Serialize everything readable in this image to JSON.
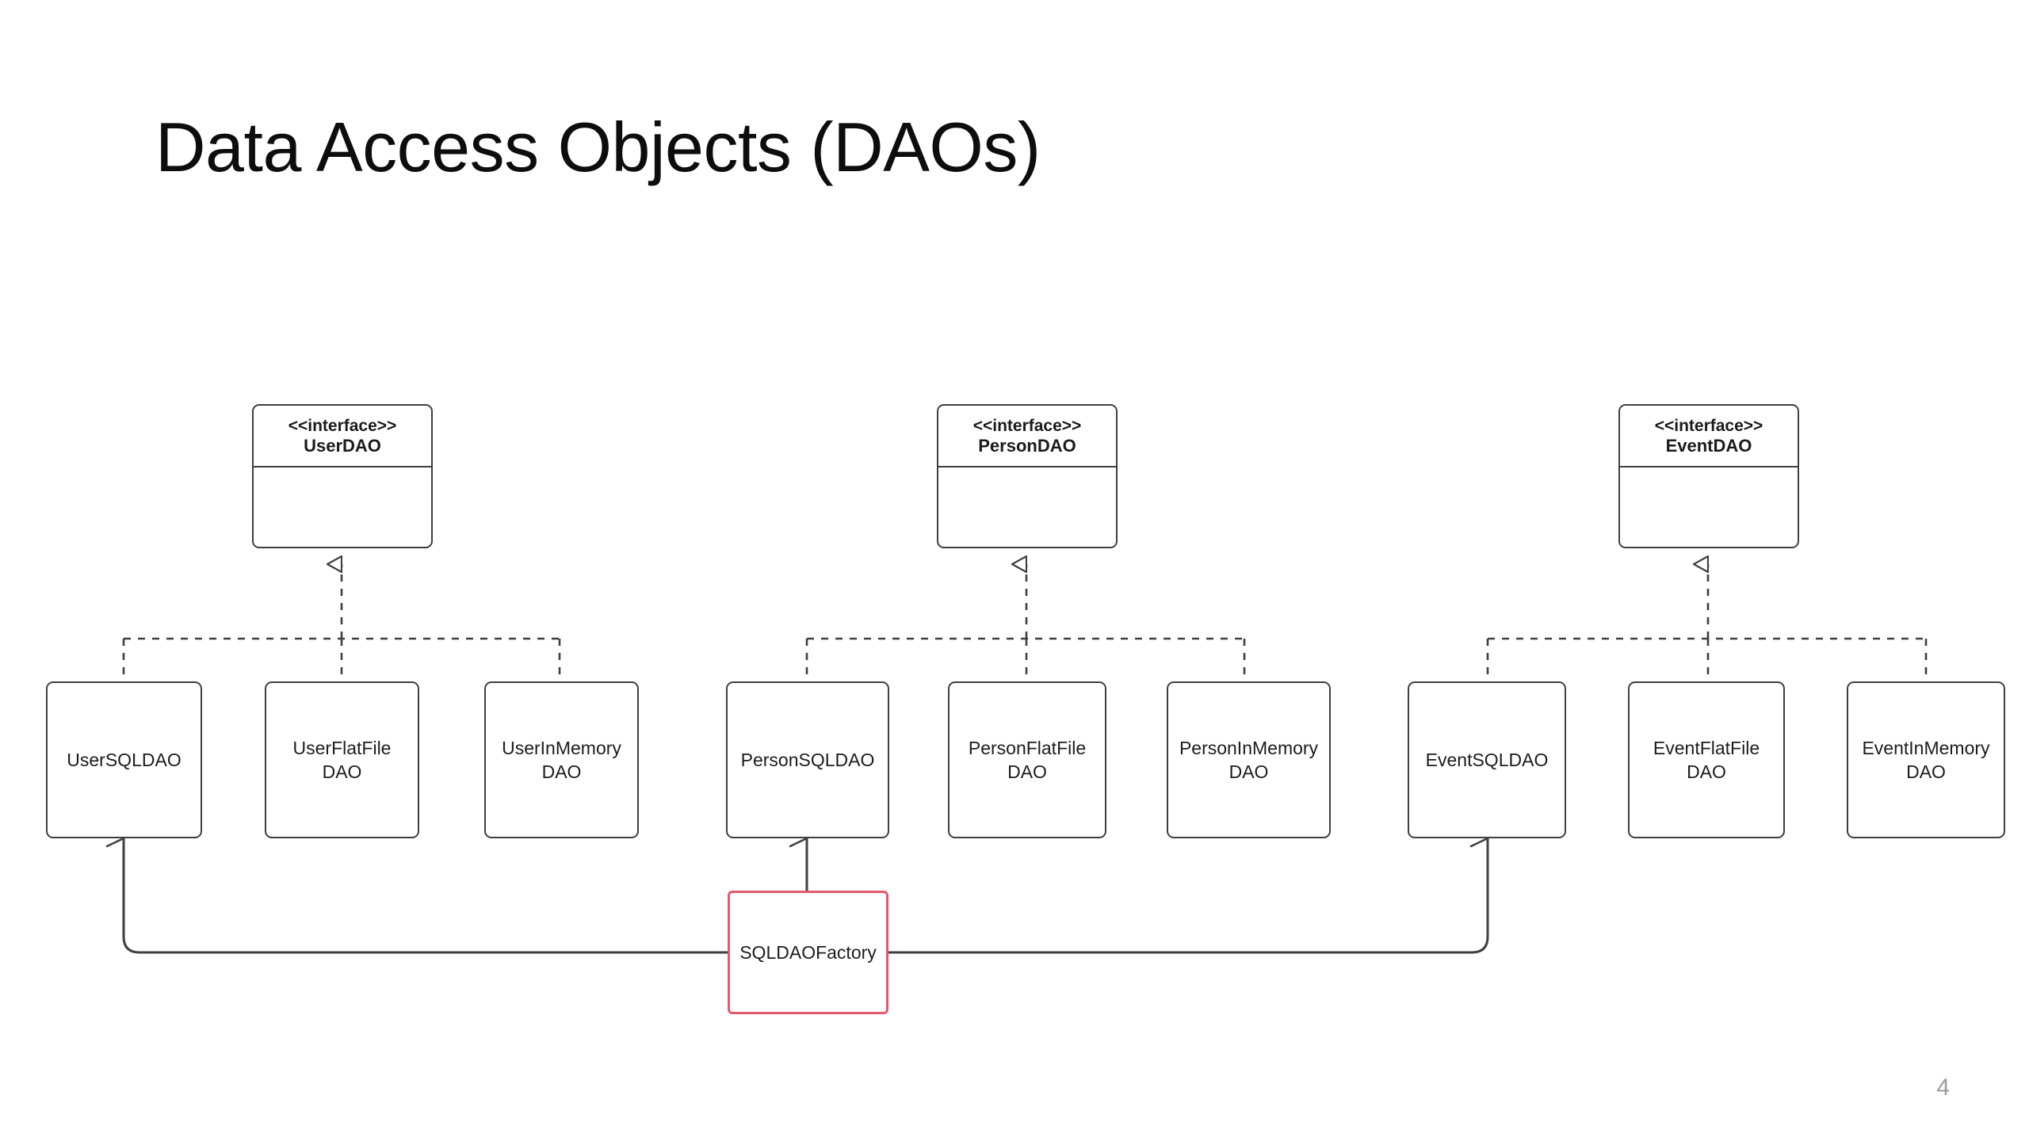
{
  "slide": {
    "title": "Data Access Objects (DAOs)",
    "page_number": "4",
    "background_color": "#ffffff",
    "accent_color": "#e2596b",
    "line_color": "#3f3f3f"
  },
  "diagram": {
    "type": "uml-class-diagram",
    "stereotype_label": "<<interface>>",
    "interfaces": [
      {
        "id": "user-dao",
        "name": "UserDAO",
        "stereotype": "<<interface>>"
      },
      {
        "id": "person-dao",
        "name": "PersonDAO",
        "stereotype": "<<interface>>"
      },
      {
        "id": "event-dao",
        "name": "EventDAO",
        "stereotype": "<<interface>>"
      }
    ],
    "implementations": [
      {
        "id": "user-sql-dao",
        "name": "UserSQLDAO",
        "implements": "UserDAO",
        "kind": "sql"
      },
      {
        "id": "user-flatfile-dao",
        "name": "UserFlatFile\nDAO",
        "implements": "UserDAO",
        "kind": "flatfile"
      },
      {
        "id": "user-inmemory-dao",
        "name": "UserInMemory\nDAO",
        "implements": "UserDAO",
        "kind": "inmemory"
      },
      {
        "id": "person-sql-dao",
        "name": "PersonSQLDAO",
        "implements": "PersonDAO",
        "kind": "sql"
      },
      {
        "id": "person-flatfile-dao",
        "name": "PersonFlatFile\nDAO",
        "implements": "PersonDAO",
        "kind": "flatfile"
      },
      {
        "id": "person-inmemory-dao",
        "name": "PersonInMemory\nDAO",
        "implements": "PersonDAO",
        "kind": "inmemory"
      },
      {
        "id": "event-sql-dao",
        "name": "EventSQLDAO",
        "implements": "EventDAO",
        "kind": "sql"
      },
      {
        "id": "event-flatfile-dao",
        "name": "EventFlatFile\nDAO",
        "implements": "EventDAO",
        "kind": "flatfile"
      },
      {
        "id": "event-inmemory-dao",
        "name": "EventInMemory\nDAO",
        "implements": "EventDAO",
        "kind": "inmemory"
      }
    ],
    "factory": {
      "id": "sql-dao-factory",
      "name": "SQLDAOFactory",
      "border_color": "#e2596b",
      "creates": [
        "UserSQLDAO",
        "PersonSQLDAO",
        "EventSQLDAO"
      ]
    },
    "relationships": [
      {
        "from": "UserSQLDAO",
        "to": "UserDAO",
        "type": "realization"
      },
      {
        "from": "UserFlatFileDAO",
        "to": "UserDAO",
        "type": "realization"
      },
      {
        "from": "UserInMemoryDAO",
        "to": "UserDAO",
        "type": "realization"
      },
      {
        "from": "PersonSQLDAO",
        "to": "PersonDAO",
        "type": "realization"
      },
      {
        "from": "PersonFlatFileDAO",
        "to": "PersonDAO",
        "type": "realization"
      },
      {
        "from": "PersonInMemoryDAO",
        "to": "PersonDAO",
        "type": "realization"
      },
      {
        "from": "EventSQLDAO",
        "to": "EventDAO",
        "type": "realization"
      },
      {
        "from": "EventFlatFileDAO",
        "to": "EventDAO",
        "type": "realization"
      },
      {
        "from": "EventInMemoryDAO",
        "to": "EventDAO",
        "type": "realization"
      },
      {
        "from": "SQLDAOFactory",
        "to": "UserSQLDAO",
        "type": "dependency"
      },
      {
        "from": "SQLDAOFactory",
        "to": "PersonSQLDAO",
        "type": "dependency"
      },
      {
        "from": "SQLDAOFactory",
        "to": "EventSQLDAO",
        "type": "dependency"
      }
    ]
  }
}
